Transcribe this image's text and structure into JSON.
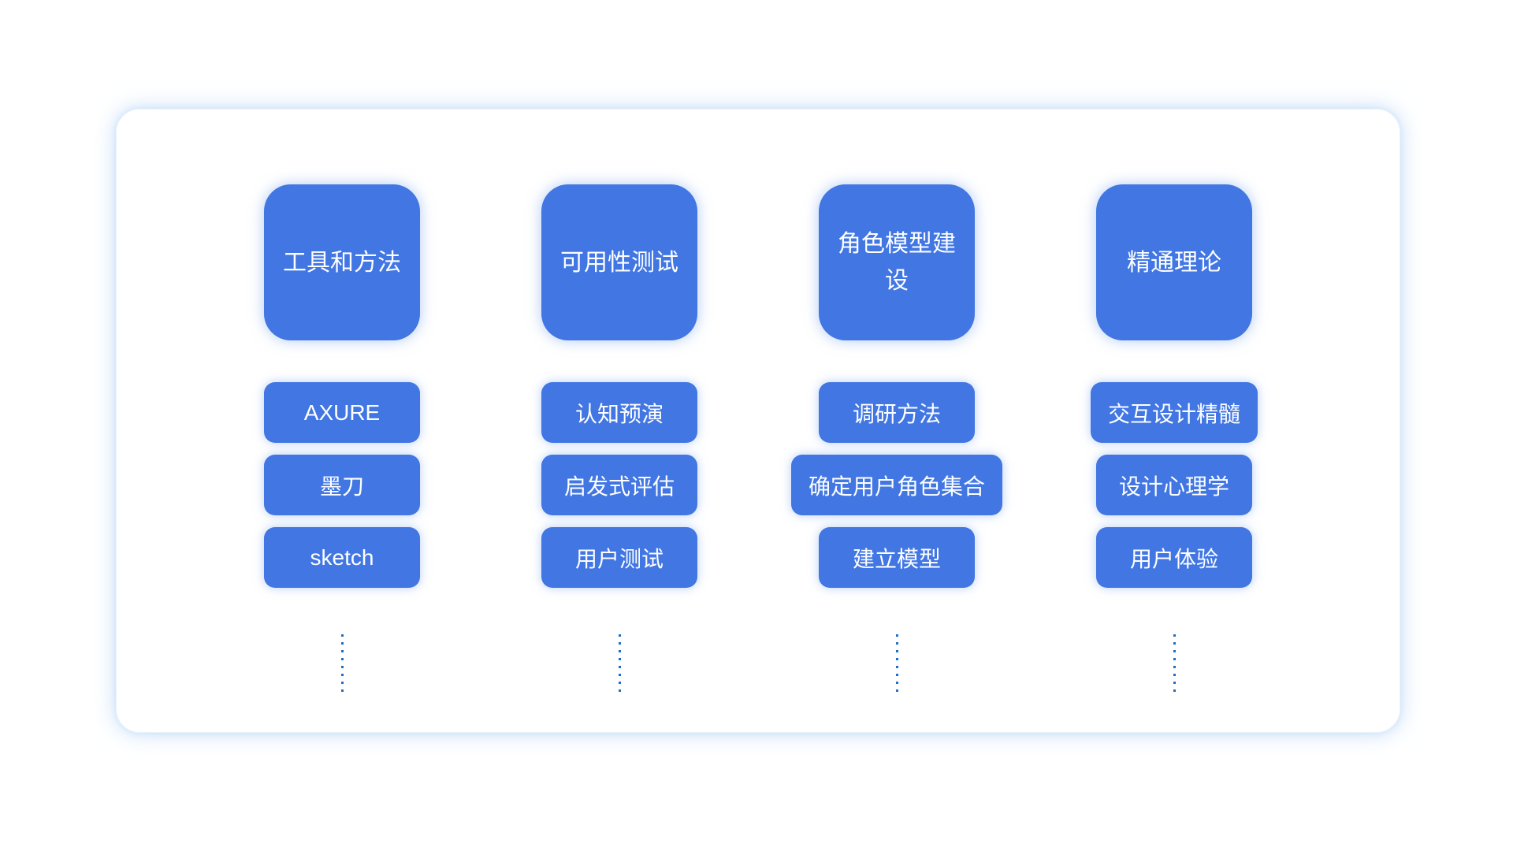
{
  "diagram": {
    "type": "topic-map",
    "colors": {
      "node_blue": "#4176e3",
      "node_text": "#fdfeff",
      "dot_blue": "#1e6ec8",
      "card_background": "#ffffff",
      "card_glow": "#a8ccf6",
      "page_background": "#ffffff"
    },
    "columns": [
      {
        "header": "工具和方法",
        "items": [
          "AXURE",
          "墨刀",
          "sketch"
        ]
      },
      {
        "header": "可用性测试",
        "items": [
          "认知预演",
          "启发式评估",
          "用户测试"
        ]
      },
      {
        "header": "角色模型建设",
        "items": [
          "调研方法",
          "确定用户角色集合",
          "建立模型"
        ]
      },
      {
        "header": "精通理论",
        "items": [
          "交互设计精髓",
          "设计心理学",
          "用户体验"
        ]
      }
    ]
  }
}
